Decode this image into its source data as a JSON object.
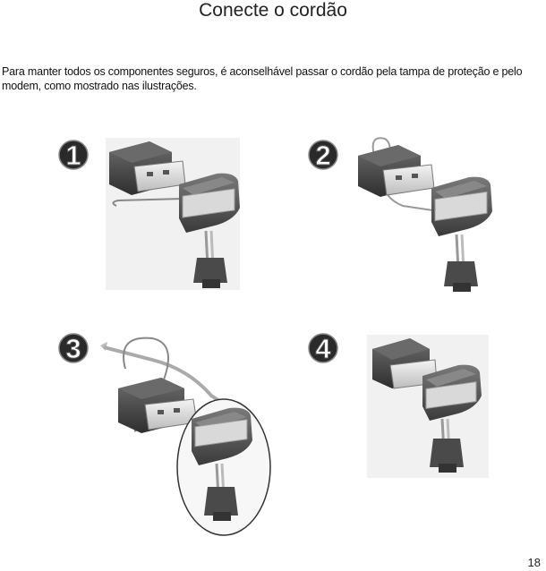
{
  "page": {
    "title": "Conecte o cordão",
    "intro": "Para manter todos os componentes seguros, é aconselhável passar o cordão pela tampa de proteção e pelo modem, como mostrado nas ilustrações.",
    "page_number": "18"
  },
  "steps": [
    {
      "number": "1",
      "icon": "usb-modem-with-lanyard-illustration"
    },
    {
      "number": "2",
      "icon": "usb-modem-with-lanyard-illustration"
    },
    {
      "number": "3",
      "icon": "usb-modem-with-lanyard-illustration"
    },
    {
      "number": "4",
      "icon": "usb-modem-with-lanyard-illustration"
    }
  ]
}
